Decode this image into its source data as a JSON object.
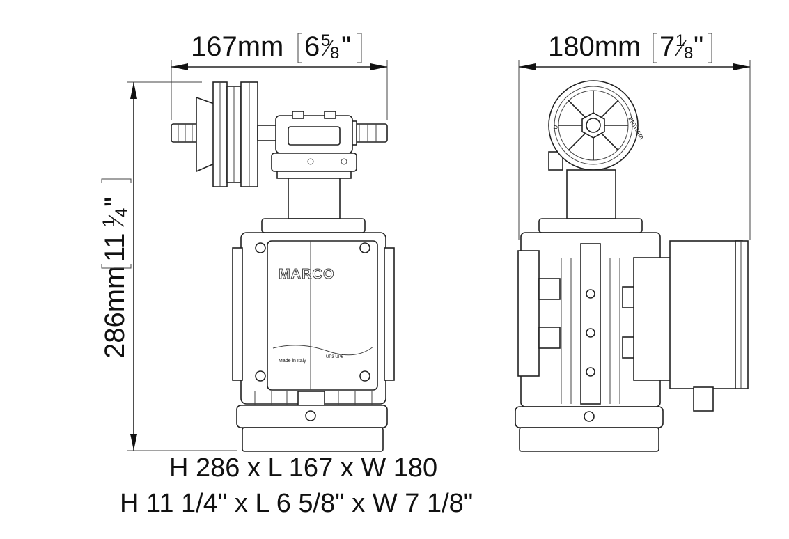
{
  "dimensions": {
    "length": {
      "metric": "167mm",
      "imperial_whole": "6",
      "imperial_num": "5",
      "imperial_den": "8",
      "inch_mark": "\""
    },
    "width": {
      "metric": "180mm",
      "imperial_whole": "7",
      "imperial_num": "1",
      "imperial_den": "8",
      "inch_mark": "\""
    },
    "height": {
      "metric": "286mm",
      "imperial_whole": "11",
      "imperial_num": "1",
      "imperial_den": "4",
      "inch_mark": "\""
    }
  },
  "summary": {
    "metric_line": "H 286 x L 167 x W 180",
    "imperial_line": "H 11 1/4\" x L 6 5/8\" x W 7 1/8\""
  },
  "labels": {
    "brand": "MARCO",
    "made_in": "Made in Italy",
    "model_plate": "UP3 UP6",
    "port_entrata": "ENTRATA",
    "port_u": "U"
  }
}
